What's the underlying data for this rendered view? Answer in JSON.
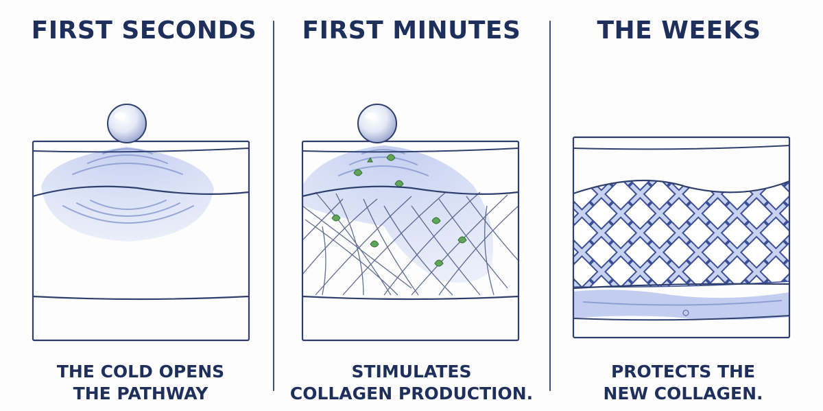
{
  "columns": [
    {
      "title": "FIRST SECONDS",
      "caption": "THE COLD OPENS\nTHE PATHWAY"
    },
    {
      "title": "FIRST MINUTES",
      "caption": "STIMULATES\nCOLLAGEN PRODUCTION."
    },
    {
      "title": "THE WEEKS",
      "caption": "PROTECTS THE\nNEW COLLAGEN."
    }
  ],
  "colors": {
    "ink": "#1f2f5c",
    "outline": "#2e3f6e",
    "cold_wave": "#aab9e6",
    "leaf": "#5fa55a",
    "mesh": "#3b4e96",
    "mesh_fill": "#c7d1f0"
  },
  "icons": [
    "cold-sphere-icon",
    "leaf-icon",
    "collagen-mesh-icon"
  ]
}
